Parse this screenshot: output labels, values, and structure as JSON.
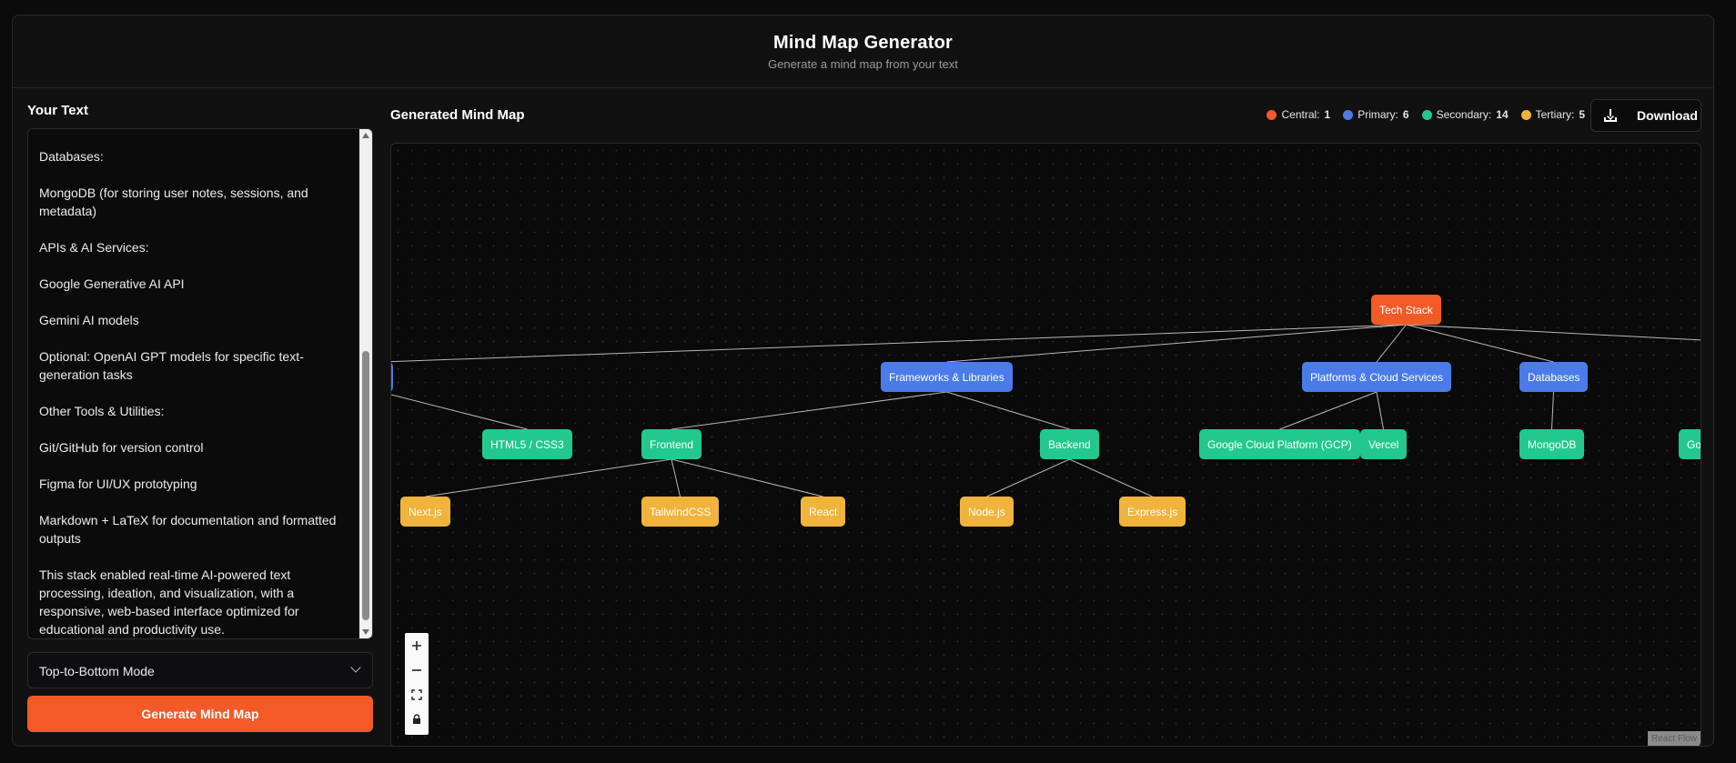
{
  "header": {
    "title": "Mind Map Generator",
    "subtitle": "Generate a mind map from your text"
  },
  "input": {
    "heading": "Your Text",
    "paragraphs": [
      "Databases:",
      "MongoDB (for storing user notes, sessions, and metadata)",
      "APIs & AI Services:",
      "Google Generative AI API",
      "Gemini AI models",
      "Optional: OpenAI GPT models for specific text-generation tasks",
      "Other Tools & Utilities:",
      "Git/GitHub for version control",
      "Figma for UI/UX prototyping",
      "Markdown + LaTeX for documentation and formatted outputs",
      "This stack enabled real-time AI-powered text processing, ideation, and visualization, with a responsive, web-based interface optimized for educational and productivity use."
    ],
    "mode_select": "Top-to-Bottom Mode",
    "generate_label": "Generate Mind Map"
  },
  "output": {
    "heading": "Generated Mind Map",
    "download_label": "Download",
    "legend": [
      {
        "label": "Central:",
        "count": "1",
        "color": "#f35a28"
      },
      {
        "label": "Primary:",
        "count": "6",
        "color": "#4a7be8"
      },
      {
        "label": "Secondary:",
        "count": "14",
        "color": "#22c88e"
      },
      {
        "label": "Tertiary:",
        "count": "5",
        "color": "#f0b33b"
      }
    ],
    "attribution": "React Flow"
  },
  "mindmap": {
    "nodes": {
      "central": "Tech Stack",
      "frameworks": "Frameworks & Libraries",
      "platforms": "Platforms & Cloud Services",
      "databases": "Databases",
      "html": "HTML5 / CSS3",
      "frontend": "Frontend",
      "backend": "Backend",
      "gcp": "Google Cloud Platform (GCP)",
      "vercel": "Vercel",
      "mongodb": "MongoDB",
      "go_partial": "Go",
      "nextjs": "Next.js",
      "tailwind": "TailwindCSS",
      "react": "React",
      "nodejs": "Node.js",
      "express": "Express.js"
    }
  },
  "icons": {
    "zoom_in": "plus-icon",
    "zoom_out": "minus-icon",
    "fit": "fit-view-icon",
    "lock": "lock-icon",
    "download": "download-icon",
    "select": "chevron-down-icon"
  }
}
